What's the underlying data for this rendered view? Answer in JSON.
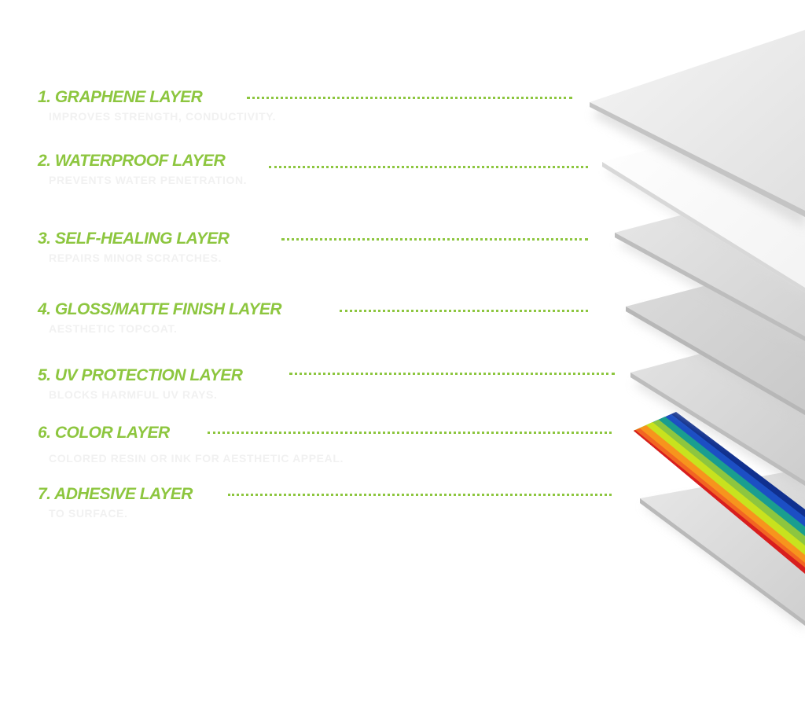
{
  "layers": [
    {
      "title": "1.  GRAPHENE LAYER",
      "description": "IMPROVES STRENGTH, CONDUCTIVITY."
    },
    {
      "title": "2. WATERPROOF LAYER",
      "description": "PREVENTS WATER PENETRATION."
    },
    {
      "title": "3. SELF-HEALING LAYER",
      "description": "REPAIRS MINOR SCRATCHES."
    },
    {
      "title": "4. GLOSS/MATTE FINISH LAYER",
      "description": "AESTHETIC TOPCOAT."
    },
    {
      "title": "5. UV PROTECTION LAYER",
      "description": "BLOCKS HARMFUL UV RAYS."
    },
    {
      "title": "6. COLOR LAYER",
      "description": "COLORED RESIN OR INK FOR AESTHETIC APPEAL."
    },
    {
      "title": "7. ADHESIVE LAYER",
      "description": "TO SURFACE."
    }
  ],
  "colors": {
    "accent_green": "#8dc63f",
    "description_text": "#f1f1f1",
    "background": "#ffffff",
    "color_layer_bands": [
      "#d81e1e",
      "#f26522",
      "#f7941d",
      "#c8e21e",
      "#8dc63f",
      "#1a9e8f",
      "#1c4fc4",
      "#10308f"
    ]
  }
}
